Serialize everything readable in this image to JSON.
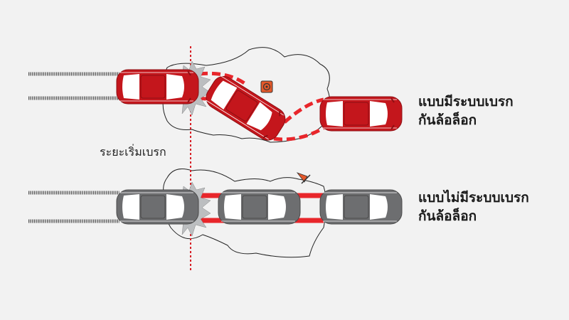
{
  "abs": {
    "line1": "แบบมีระบบเบรก",
    "line2": "กันล้อล็อก"
  },
  "no_abs": {
    "line1": "แบบไม่มีระบบเบรก",
    "line2": "กันล้อล็อก"
  },
  "brake_start_label": "ระยะเริ่มเบรก",
  "colors": {
    "background": "#f2f2f2",
    "abs_car": "#c4161c",
    "no_abs_car": "#6d6e70",
    "track": "#e8262b",
    "cone": "#e4582a"
  }
}
